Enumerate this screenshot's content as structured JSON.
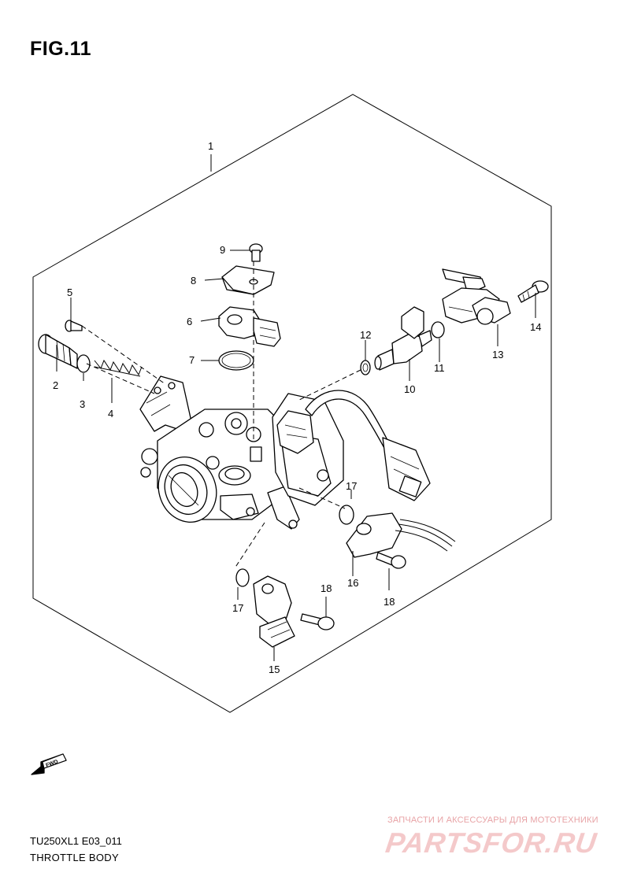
{
  "figure": {
    "title": "FIG.11"
  },
  "footer": {
    "model_code": "TU250XL1 E03_011",
    "section_name": "THROTTLE BODY"
  },
  "fwd_badge": {
    "label": "FWD"
  },
  "watermark": {
    "tagline": "ЗАПЧАСТИ И АКСЕССУАРЫ ДЛЯ МОТОТЕХНИКИ",
    "logo": "PARTSFOR.RU"
  },
  "callouts": [
    {
      "id": "1",
      "label": "1"
    },
    {
      "id": "2",
      "label": "2"
    },
    {
      "id": "3",
      "label": "3"
    },
    {
      "id": "4",
      "label": "4"
    },
    {
      "id": "5",
      "label": "5"
    },
    {
      "id": "6",
      "label": "6"
    },
    {
      "id": "7",
      "label": "7"
    },
    {
      "id": "8",
      "label": "8"
    },
    {
      "id": "9",
      "label": "9"
    },
    {
      "id": "10",
      "label": "10"
    },
    {
      "id": "11",
      "label": "11"
    },
    {
      "id": "12",
      "label": "12"
    },
    {
      "id": "13",
      "label": "13"
    },
    {
      "id": "14",
      "label": "14"
    },
    {
      "id": "15",
      "label": "15"
    },
    {
      "id": "16",
      "label": "16"
    },
    {
      "id": "17a",
      "label": "17"
    },
    {
      "id": "17b",
      "label": "17"
    },
    {
      "id": "18a",
      "label": "18"
    },
    {
      "id": "18b",
      "label": "18"
    }
  ],
  "colors": {
    "ink": "#000000",
    "watermark_light": "#f4c9ca",
    "watermark_tag": "#e8a3a6"
  }
}
